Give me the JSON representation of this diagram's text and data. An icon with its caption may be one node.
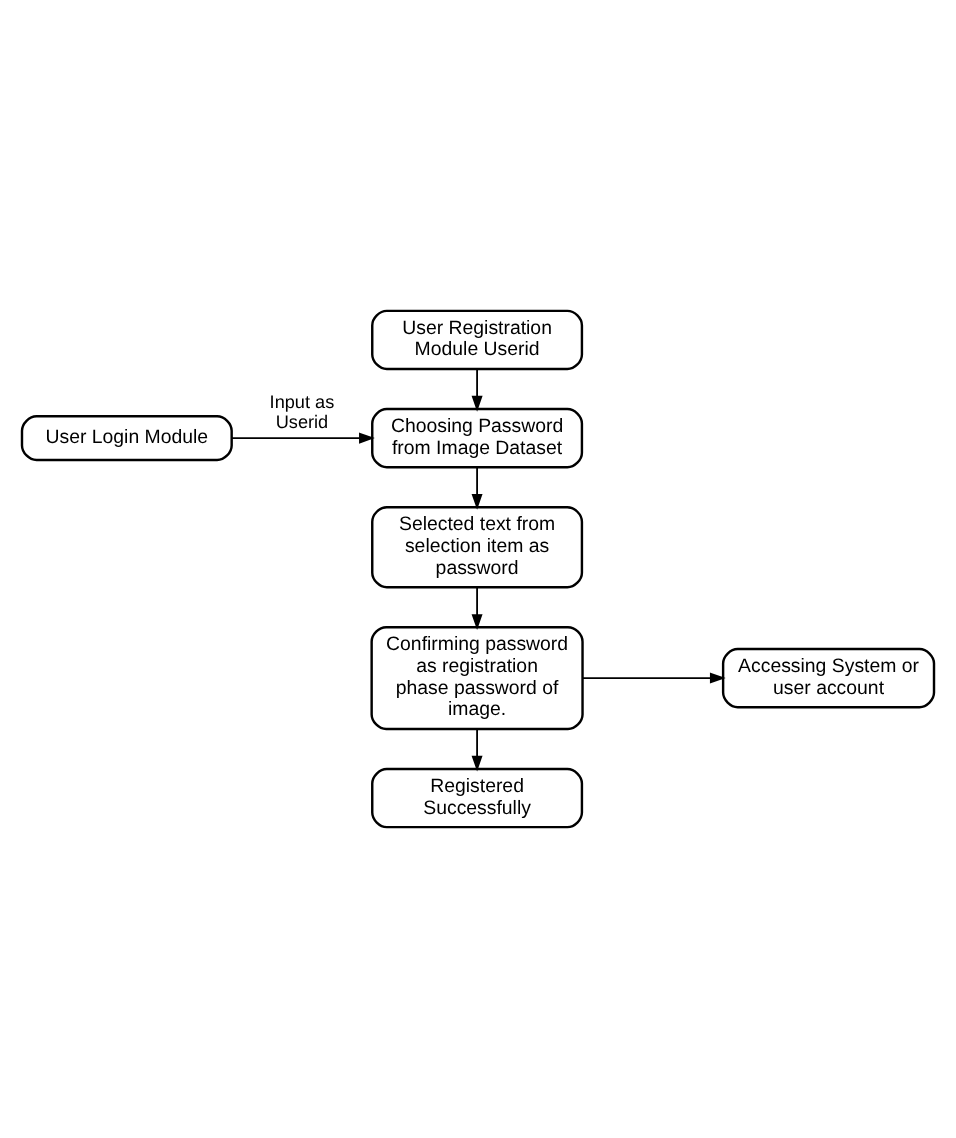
{
  "diagram": {
    "nodes": [
      {
        "text": [
          "User Registration Module Userid"
        ]
      },
      {
        "text": [
          "User Login Module"
        ]
      },
      {
        "text": [
          "Choosing Password from Image Dataset"
        ]
      },
      {
        "text": [
          "Selected text from selection item as password"
        ]
      },
      {
        "text": [
          "Confirming password as registration phase password of image."
        ]
      },
      {
        "text": [
          "Accessing System or user account"
        ]
      },
      {
        "text": [
          "Registered Successfully"
        ]
      }
    ],
    "edges": [
      {
        "from": 0,
        "to": 2,
        "arrow": "to"
      },
      {
        "from": 1,
        "to": 2,
        "arrow": "to",
        "label": "Input as Userid"
      },
      {
        "from": 2,
        "to": 3,
        "arrow": "to"
      },
      {
        "from": 3,
        "to": 4,
        "arrow": "to"
      },
      {
        "from": 4,
        "to": 5,
        "arrow": "to"
      },
      {
        "from": 4,
        "to": 6,
        "arrow": "to"
      }
    ]
  }
}
